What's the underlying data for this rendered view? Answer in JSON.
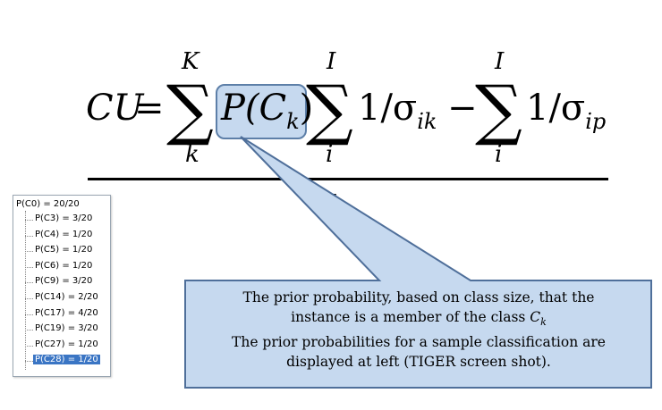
{
  "formula": {
    "lhs": "CU",
    "equals": "=",
    "sum1": {
      "symbol": "∑",
      "upper": "K",
      "lower": "k"
    },
    "prior_term": "P(C",
    "prior_sub": "k",
    "prior_close": ")",
    "sum2": {
      "symbol": "∑",
      "upper": "I",
      "lower": "i"
    },
    "term1_num": "1/σ",
    "term1_sub": "ik",
    "minus": "−",
    "sum3": {
      "symbol": "∑",
      "upper": "I",
      "lower": "i"
    },
    "term2_num": "1/σ",
    "term2_sub": "ip",
    "denominator": "K"
  },
  "callout": {
    "line1": "The prior probability, based on class size, that the",
    "line2_prefix": "instance is a member of the class ",
    "line2_var": "C",
    "line2_sub": "k",
    "line3": "The prior probabilities for a sample classification are",
    "line4": "displayed at left (TIGER screen shot)."
  },
  "tree": {
    "root": "P(C0) = 20/20",
    "items": [
      "P(C3) = 3/20",
      "P(C4) = 1/20",
      "P(C5) = 1/20",
      "P(C6) = 1/20",
      "P(C9) = 3/20",
      "P(C14) = 2/20",
      "P(C17) = 4/20",
      "P(C19) = 3/20",
      "P(C27) = 1/20",
      "P(C28) = 1/20"
    ],
    "selected_index": 9
  },
  "colors": {
    "highlight_fill": "#c6d9ef",
    "highlight_border": "#5d7fa8",
    "callout_fill": "#c6d9ef",
    "callout_border": "#4f6f9a",
    "tree_selection": "#3a75c4"
  }
}
